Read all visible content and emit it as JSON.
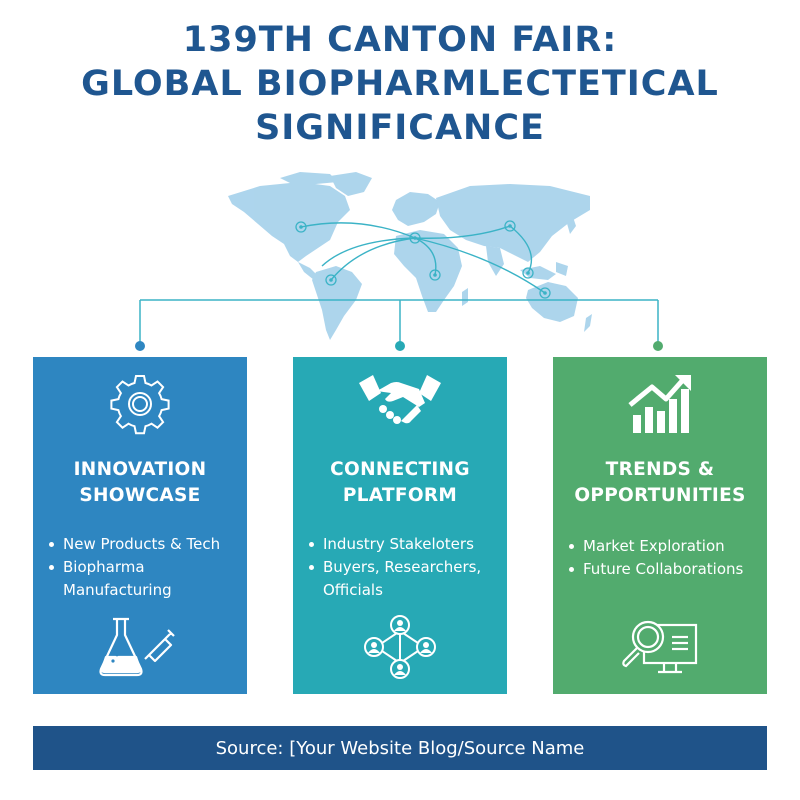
{
  "title": {
    "line1": "139TH CANTON FAIR:",
    "line2": "GLOBAL BIOPHARMLECTETICAL",
    "line3": "SIGNIFICANCE"
  },
  "colors": {
    "title": "#1f5690",
    "card_innovation": "#2e86c1",
    "card_connecting": "#27a9b5",
    "card_trends": "#52ab6e",
    "footer": "#1f5389",
    "map_land": "#a9d3ec",
    "map_lines": "#3bb3c6"
  },
  "map": {
    "icon": "world-map-icon",
    "nodes": [
      "north-america",
      "europe-hub",
      "south-america",
      "africa",
      "asia",
      "southeast-asia",
      "australia"
    ]
  },
  "cards": [
    {
      "icon": "gear-icon",
      "heading_line1": "INNOVATION",
      "heading_line2": "SHOWCASE",
      "bullets": [
        "New Products & Tech",
        "Biopharma Manufacturing"
      ],
      "bottom_icon": "flask-syringe-icon"
    },
    {
      "icon": "handshake-icon",
      "heading_line1": "CONNECTING",
      "heading_line2": "PLATFORM",
      "bullets": [
        "Industry Stakeloters",
        "Buyers, Researchers, Officials"
      ],
      "bottom_icon": "network-people-icon"
    },
    {
      "icon": "trend-chart-icon",
      "heading_line1": "TRENDS &",
      "heading_line2": "OPPORTUNITIES",
      "bullets": [
        "Market Exploration",
        "Future Collaborations"
      ],
      "bottom_icon": "search-monitor-icon"
    }
  ],
  "footer": {
    "text": "Source: [Your Website Blog/Source Name"
  }
}
